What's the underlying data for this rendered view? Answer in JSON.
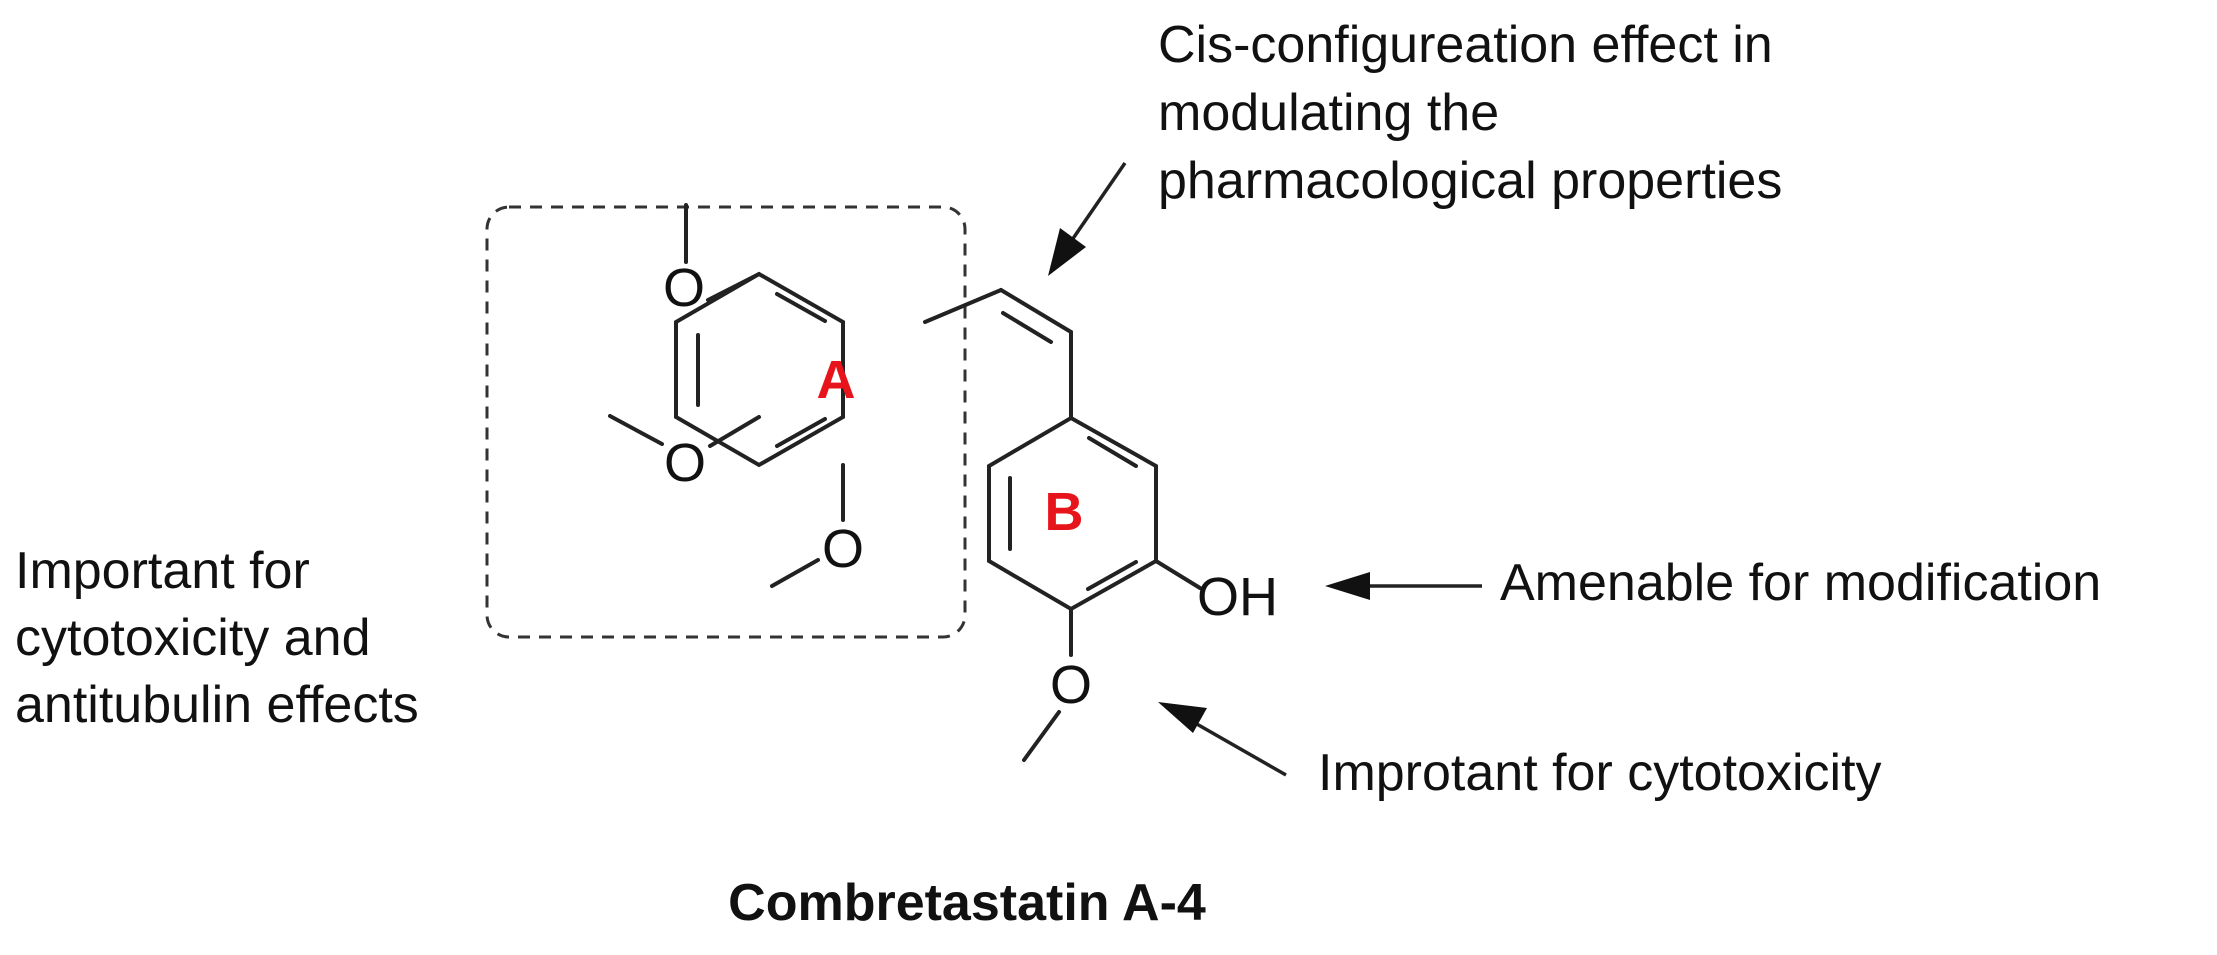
{
  "annotations": {
    "cis_effect": [
      "Cis-configureation effect in",
      "modulating the",
      "pharmacological properties"
    ],
    "ring_a_importance": [
      "Important for",
      "cytotoxicity and",
      "antitubulin effects"
    ],
    "oh_amenable": "Amenable for modification",
    "methoxy_b_importance": "Improtant for cytotoxicity"
  },
  "molecule": {
    "ring_a_label": "A",
    "ring_b_label": "B",
    "atoms": {
      "o_a_top": "O",
      "o_a_mid": "O",
      "o_a_bottom": "O",
      "oh": "OH",
      "o_b": "O"
    }
  },
  "compound_name": "Combretastatin A-4",
  "colors": {
    "ring_label": "#e8141b",
    "text": "#111111"
  }
}
